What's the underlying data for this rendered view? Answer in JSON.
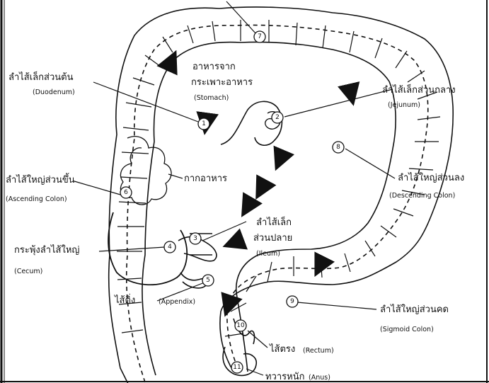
{
  "labels": {
    "duodenum": {
      "th": "ลำไส้เล็กส่วนต้น",
      "en": "(Duodenum)"
    },
    "stomach": {
      "th1": "อาหารจาก",
      "th2": "กระเพาะอาหาร",
      "en": "(Stomach)"
    },
    "jejunum": {
      "th": "ลำไส้เล็กส่วนกลาง",
      "en": "(Jejunum)"
    },
    "descending": {
      "th": "ลำไส้ใหญ่ส่วนลง",
      "en": "(Descending Colon)"
    },
    "ascending": {
      "th": "ลำไส้ใหญ่ส่วนขึ้น",
      "en": "(Ascending Colon)"
    },
    "chyme": {
      "th": "กากอาหาร"
    },
    "ileum": {
      "th1": "ลำไส้เล็ก",
      "th2": "ส่วนปลาย",
      "en": "(Ileum)"
    },
    "cecum": {
      "th": "กระพุ้งลำไส้ใหญ่",
      "en": "(Cecum)"
    },
    "appendix": {
      "th": "ไส้ติ่ง",
      "en": "(Appendix)"
    },
    "sigmoid": {
      "th": "ลำไส้ใหญ่ส่วนคด",
      "en": "(Sigmoid Colon)"
    },
    "rectum": {
      "th": "ไส้ตรง",
      "en": "(Rectum)"
    },
    "anus": {
      "th": "ทวารหนัก",
      "en": "(Anus)"
    }
  },
  "markers": [
    "1",
    "2",
    "3",
    "4",
    "5",
    "6",
    "7",
    "8",
    "9",
    "10",
    "11"
  ],
  "colors": {
    "ink": "#111111",
    "background": "#ffffff"
  }
}
